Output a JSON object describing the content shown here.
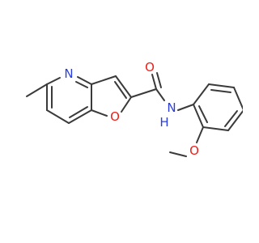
{
  "atoms": {
    "n_pyridine": {
      "text": "N",
      "color": "#2b3fe0"
    },
    "o_furan": {
      "text": "O",
      "color": "#e8211b"
    },
    "o_carbonyl": {
      "text": "O",
      "color": "#e8211b"
    },
    "n_amide": {
      "text": "N",
      "color": "#2b3fe0"
    },
    "h_amide": {
      "text": "H",
      "color": "#2b3fe0"
    },
    "o_methoxy": {
      "text": "O",
      "color": "#e8211b"
    }
  },
  "bond_color": "#3a3a3a"
}
